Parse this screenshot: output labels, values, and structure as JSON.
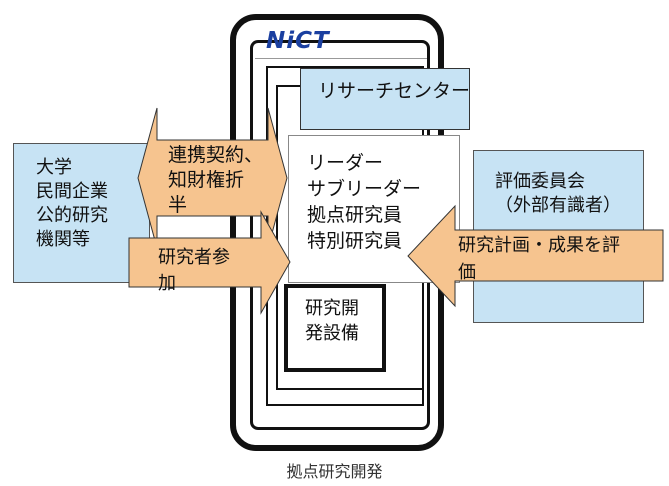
{
  "logo": "NiCT",
  "research_center": "リサーチセンター",
  "staff": [
    "リーダー",
    "サブリーダー",
    "拠点研究員",
    "特別研究員"
  ],
  "equipment": [
    "研究開",
    "発設備"
  ],
  "partners": [
    "大学",
    "民間企業",
    "公的研究",
    "機関等"
  ],
  "collaboration_arrow": [
    "連携契約、",
    "知財権折",
    "半"
  ],
  "researcher_participation_arrow": [
    "研究者参",
    "加"
  ],
  "evaluation_committee": [
    "評価委員会",
    "（外部有識者）"
  ],
  "evaluation_arrow": [
    "研究計画・成果を評",
    "価"
  ],
  "caption": "拠点研究開発",
  "colors": {
    "box_blue": "#c7e3f4",
    "arrow_orange": "#f6c48f",
    "logo_blue": "#1a3fa0"
  }
}
